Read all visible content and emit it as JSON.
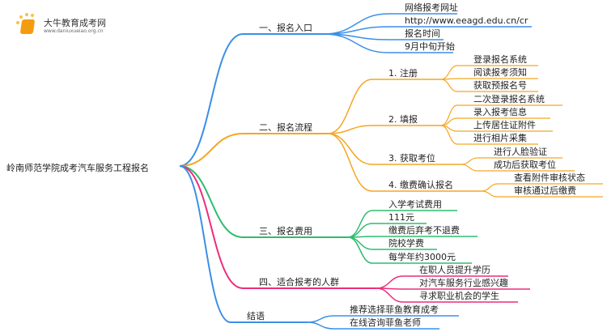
{
  "logo": {
    "title": "大牛教育成考网",
    "url": "www.daniuxueiao.org.cn"
  },
  "root": "岭南师范学院成考汽车服务工程报名",
  "colors": {
    "b1": "#3b8fe8",
    "b2": "#f5a623",
    "b3": "#2dbd6e",
    "b4": "#ec2d7a",
    "b5": "#3b8fe8"
  },
  "branches": [
    {
      "label": "一、报名入口",
      "children": [
        {
          "label": "网络报考网址"
        },
        {
          "label": "http://www.eeagd.edu.cn/cr"
        },
        {
          "label": "报名时间"
        },
        {
          "label": "9月中旬开始"
        }
      ]
    },
    {
      "label": "二、报名流程",
      "children": [
        {
          "label": "1. 注册",
          "children": [
            {
              "label": "登录报名系统"
            },
            {
              "label": "阅读报考须知"
            },
            {
              "label": "获取预报名号"
            }
          ]
        },
        {
          "label": "2. 填报",
          "children": [
            {
              "label": "二次登录报名系统"
            },
            {
              "label": "录入报考信息"
            },
            {
              "label": "上传居住证附件"
            },
            {
              "label": "进行相片采集"
            }
          ]
        },
        {
          "label": "3. 获取考位",
          "children": [
            {
              "label": "进行人脸验证"
            },
            {
              "label": "成功后获取考位"
            }
          ]
        },
        {
          "label": "4. 缴费确认报名",
          "children": [
            {
              "label": "查看附件审核状态"
            },
            {
              "label": "审核通过后缴费"
            }
          ]
        }
      ]
    },
    {
      "label": "三、报名费用",
      "children": [
        {
          "label": "入学考试费用"
        },
        {
          "label": "111元"
        },
        {
          "label": "缴费后弃考不退费"
        },
        {
          "label": "院校学费"
        },
        {
          "label": "每学年约3000元"
        }
      ]
    },
    {
      "label": "四、适合报考的人群",
      "children": [
        {
          "label": "在职人员提升学历"
        },
        {
          "label": "对汽车服务行业感兴趣"
        },
        {
          "label": "寻求职业机会的学生"
        }
      ]
    },
    {
      "label": "结语",
      "children": [
        {
          "label": "推荐选择菲鱼教育成考"
        },
        {
          "label": "在线咨询菲鱼老师"
        }
      ]
    }
  ]
}
